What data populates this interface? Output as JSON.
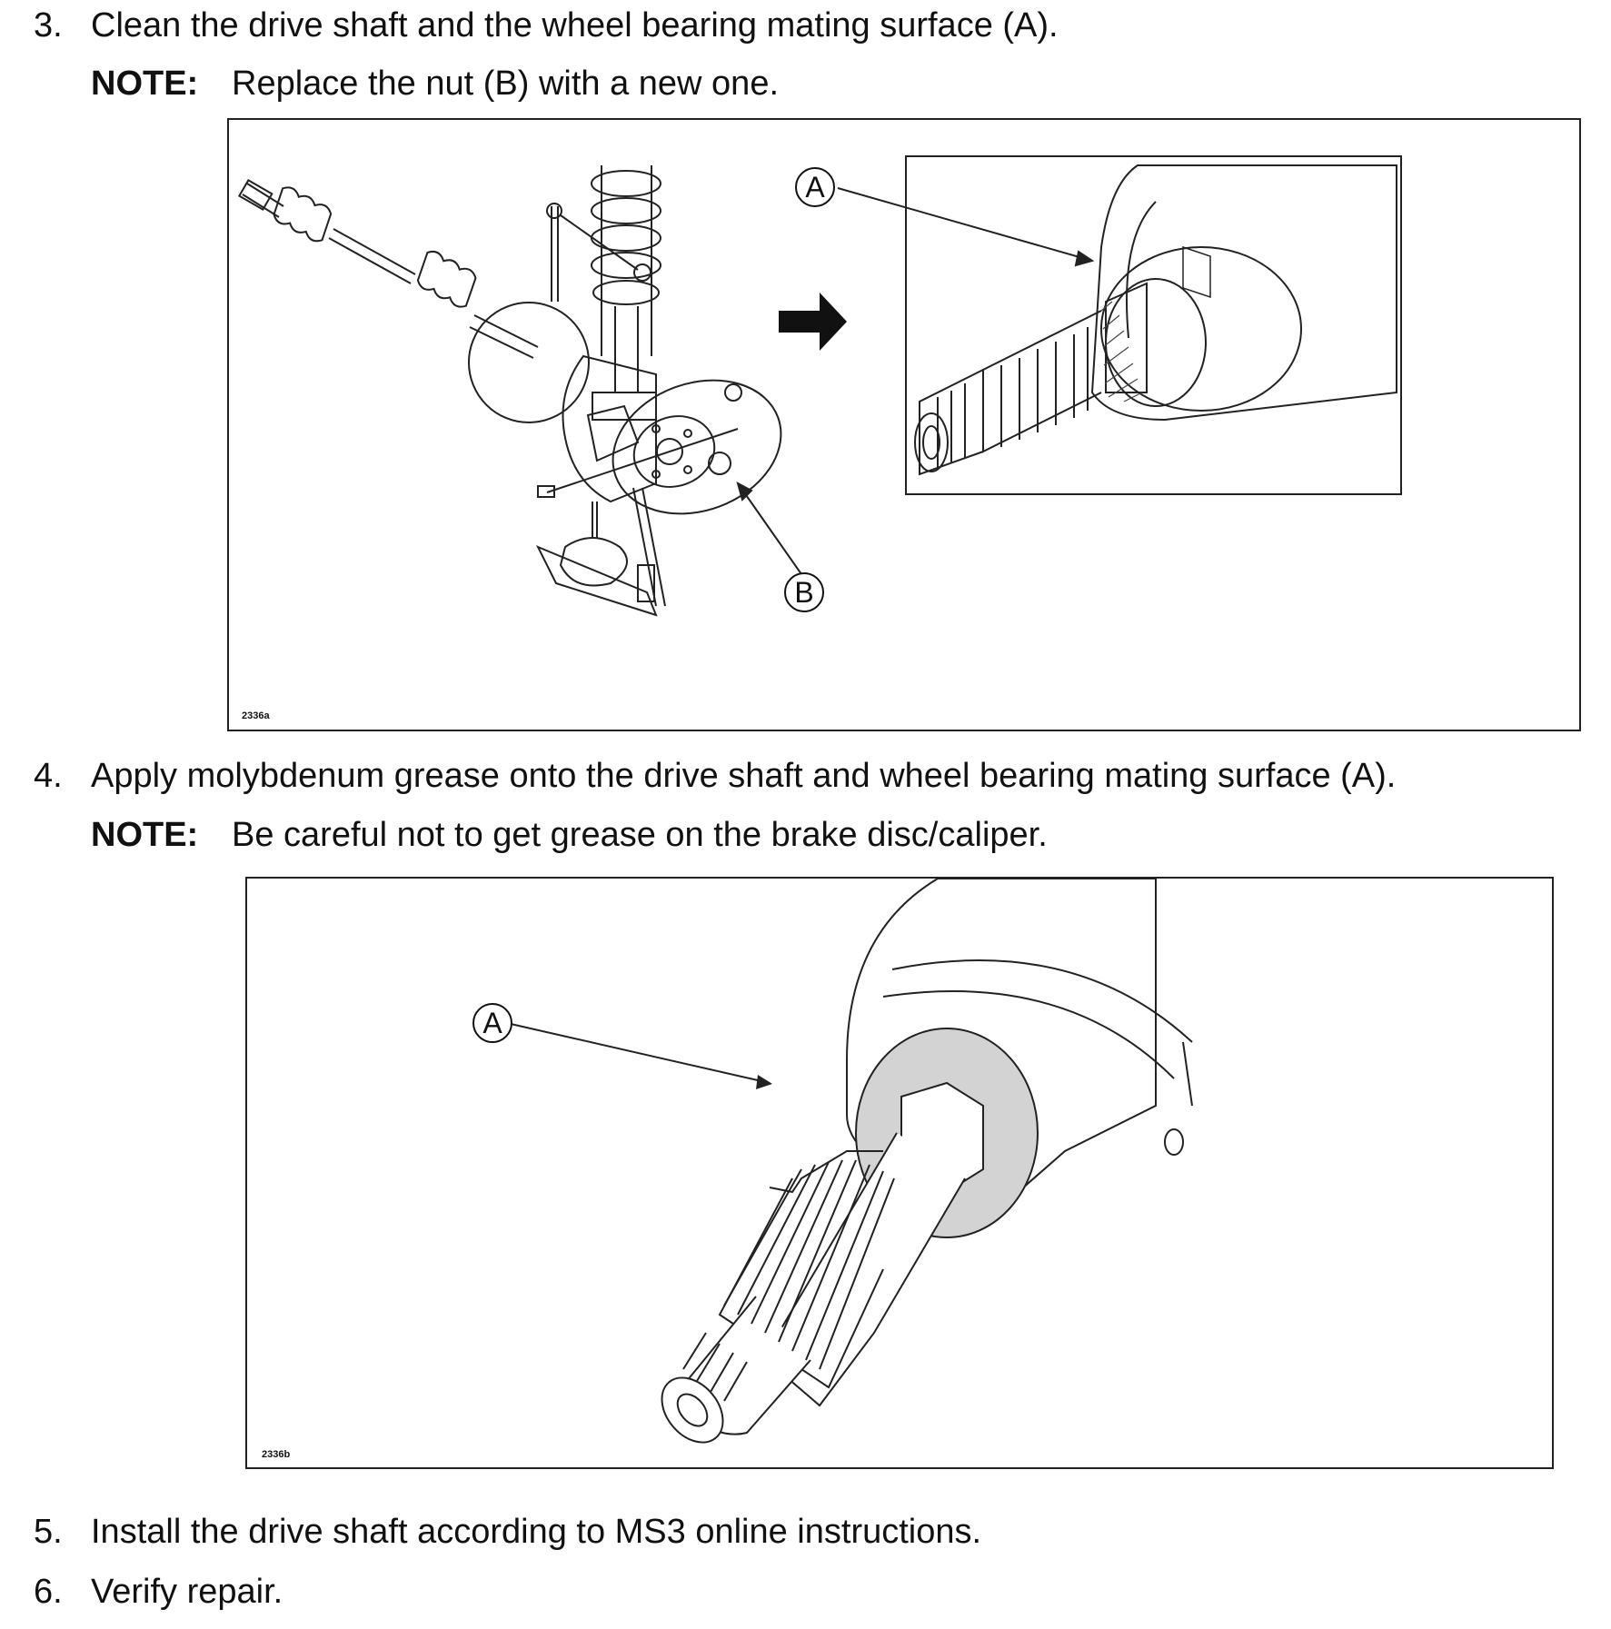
{
  "steps": [
    {
      "number": "3.",
      "text": "Clean the drive shaft and the wheel bearing mating surface (A).",
      "note_label": "NOTE:",
      "note_text": "Replace the nut (B) with a new one."
    },
    {
      "number": "4.",
      "text": "Apply molybdenum grease onto the drive shaft and wheel bearing mating surface (A).",
      "note_label": "NOTE:",
      "note_text": "Be careful not to get grease on the brake disc/caliper."
    },
    {
      "number": "5.",
      "text": "Install the drive shaft according to MS3 online instructions."
    },
    {
      "number": "6.",
      "text": "Verify repair."
    }
  ],
  "figure1": {
    "code": "2336a",
    "callout_a": "A",
    "callout_b": "B"
  },
  "figure2": {
    "code": "2336b",
    "callout_a": "A",
    "grease_color": "#d3d3d3"
  }
}
